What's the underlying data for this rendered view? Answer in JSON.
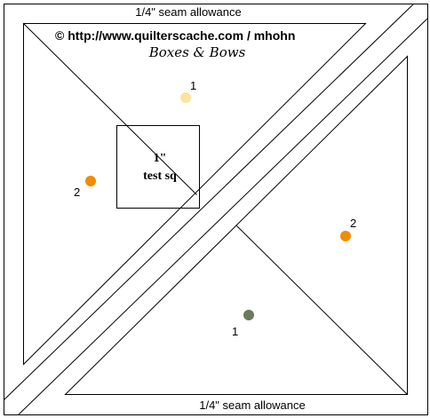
{
  "seam_top": "1/4\" seam allowance",
  "seam_bottom": "1/4\" seam allowance",
  "copyright": "© http://www.quilterscache.com / mhohn",
  "pattern_name": "Boxes & Bows",
  "test_square": {
    "line1": "1\"",
    "line2": "test sq"
  },
  "markers": [
    {
      "label": "1",
      "color": "#fde3a0"
    },
    {
      "label": "2",
      "color": "#f28c00"
    },
    {
      "label": "2",
      "color": "#f28c00"
    },
    {
      "label": "1",
      "color": "#6b7a5a"
    }
  ]
}
